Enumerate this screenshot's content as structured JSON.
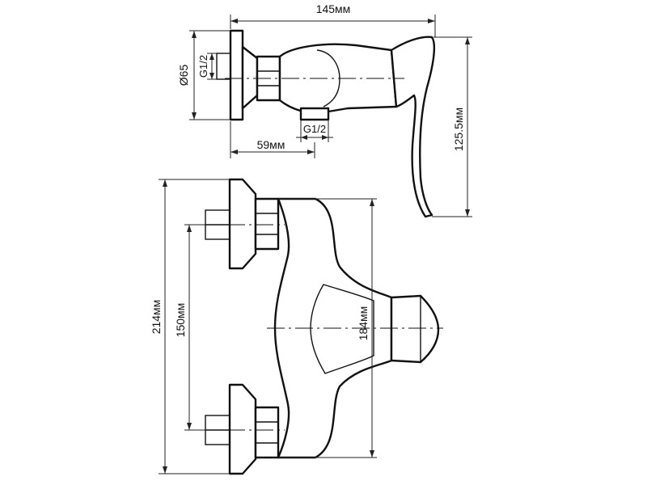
{
  "dimensions": {
    "total_length": "145мм",
    "flange_diameter": "Ø65",
    "inlet_thread": "G1/2",
    "outlet_thread": "G1/2",
    "outlet_offset": "59мм",
    "height": "125.5мм",
    "total_width": "214мм",
    "center_distance": "150мм",
    "body_length": "184мм"
  }
}
